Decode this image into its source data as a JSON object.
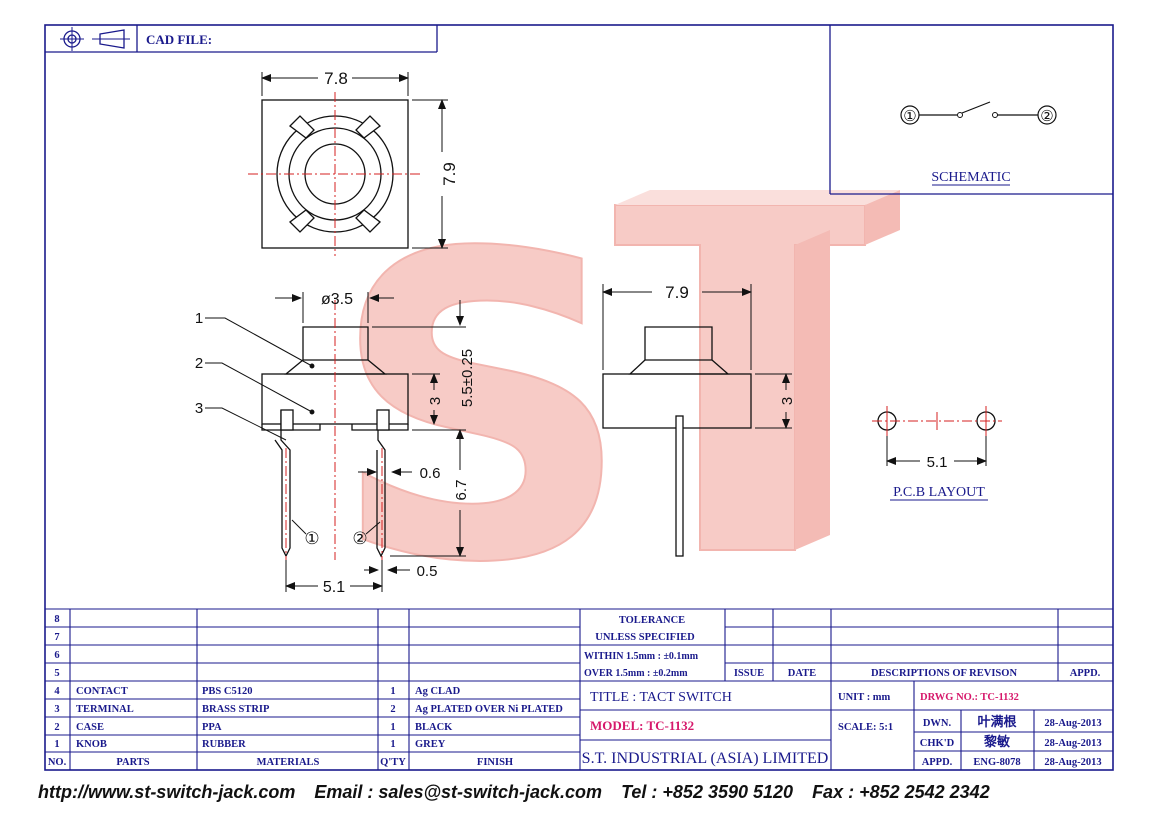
{
  "header": {
    "cad_file_label": "CAD FILE:"
  },
  "watermark": {
    "text": "ST",
    "color": "#f4b6b0"
  },
  "colors": {
    "frame": "#1a1a8c",
    "drawing": "#111111",
    "centerline": "#d42020",
    "accent": "#d6186b"
  },
  "top_view": {
    "width_dim": "7.8",
    "height_dim": "7.9"
  },
  "side_view": {
    "knob_dia_dim": "ø3.5",
    "total_height_dim": "5.5±0.25",
    "body_height_dim": "3",
    "pin_width_dim": "0.6",
    "pin_length_dim": "6.7",
    "pin_tip_dim": "0.5",
    "pin_pitch_dim": "5.1",
    "callouts": [
      "1",
      "2",
      "3"
    ],
    "pin_labels": [
      "①",
      "②"
    ]
  },
  "end_view": {
    "width_dim": "7.9",
    "body_height_dim": "3"
  },
  "schematic": {
    "label": "SCHEMATIC",
    "pin1": "①",
    "pin2": "②"
  },
  "pcb": {
    "pitch_dim": "5.1",
    "label": "P.C.B  LAYOUT"
  },
  "bom": {
    "empty_rows": [
      "8",
      "7",
      "6",
      "5"
    ],
    "rows": [
      {
        "no": "4",
        "part": "CONTACT",
        "material": "PBS  C5120",
        "qty": "1",
        "finish": "Ag  CLAD"
      },
      {
        "no": "3",
        "part": "TERMINAL",
        "material": "BRASS  STRIP",
        "qty": "2",
        "finish": "Ag  PLATED  OVER  Ni  PLATED"
      },
      {
        "no": "2",
        "part": "CASE",
        "material": "PPA",
        "qty": "1",
        "finish": "BLACK"
      },
      {
        "no": "1",
        "part": "KNOB",
        "material": "RUBBER",
        "qty": "1",
        "finish": "GREY"
      }
    ],
    "headers": {
      "no": "NO.",
      "part": "PARTS",
      "material": "MATERIALS",
      "qty": "Q'TY",
      "finish": "FINISH"
    }
  },
  "tolerance": {
    "line1": "TOLERANCE",
    "line2": "UNLESS    SPECIFIED",
    "line3": "WITHIN  1.5mm  : ±0.1mm",
    "line4": "OVER    1.5mm  : ±0.2mm"
  },
  "revision": {
    "issue": "ISSUE",
    "date": "DATE",
    "descriptions": "DESCRIPTIONS  OF  REVISON",
    "appd": "APPD."
  },
  "title_block": {
    "title": "TITLE  :  TACT  SWITCH",
    "unit": "UNIT  :    mm",
    "drwg_no": "DRWG  NO.: TC-1132",
    "model": "MODEL:  TC-1132",
    "scale": "SCALE:    5:1",
    "dwn_label": "DWN.",
    "dwn_name": "叶满根",
    "dwn_date": "28-Aug-2013",
    "chkd_label": "CHK'D",
    "chkd_name": "黎敏",
    "chkd_date": "28-Aug-2013",
    "appd_label": "APPD.",
    "appd_name": "ENG-8078",
    "appd_date": "28-Aug-2013",
    "company": "S.T.   INDUSTRIAL   (ASIA)   LIMITED"
  },
  "footer": {
    "website": "http://www.st-switch-jack.com",
    "email": "Email : sales@st-switch-jack.com",
    "tel": "Tel : +852 3590 5120",
    "fax": "Fax : +852 2542 2342"
  }
}
